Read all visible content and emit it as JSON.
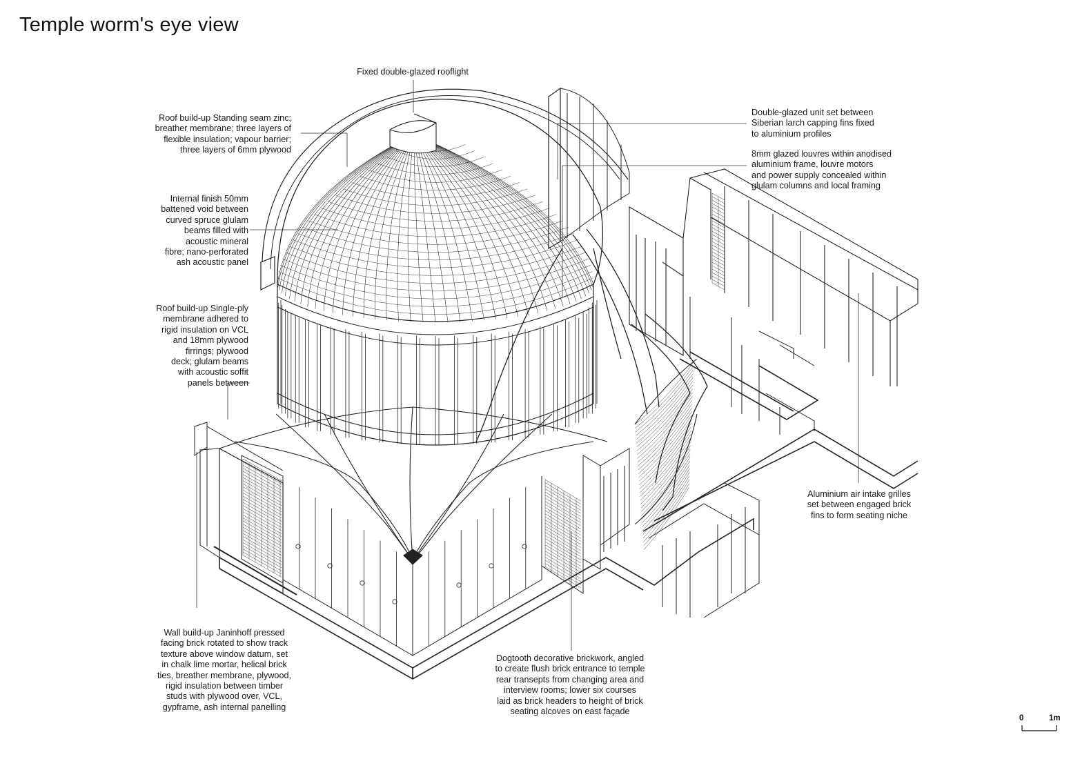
{
  "title": "Temple worm's eye view",
  "annotations": {
    "rooflight": [
      "Fixed double-glazed rooflight"
    ],
    "roof_zinc": [
      "Roof build-up Standing seam zinc;",
      "breather membrane; three layers of",
      "flexible insulation; vapour barrier;",
      "three layers of 6mm plywood"
    ],
    "internal_finish": [
      "Internal finish 50mm",
      "battened void between",
      "curved spruce glulam",
      "beams filled with",
      "acoustic mineral",
      "fibre; nano-perforated",
      "ash acoustic panel"
    ],
    "roof_singleply": [
      "Roof build-up Single-ply",
      "membrane adhered to",
      "rigid insulation on VCL",
      "and 18mm plywood",
      "firrings; plywood",
      "deck; glulam beams",
      "with acoustic soffit",
      "panels between"
    ],
    "wall": [
      "Wall build-up Janinhoff pressed",
      "facing brick rotated to show track",
      "texture above window datum, set",
      "in chalk lime mortar, helical brick",
      "ties, breather membrane, plywood,",
      "rigid insulation between timber",
      "studs with plywood over, VCL,",
      "gypframe, ash internal panelling"
    ],
    "dogtooth": [
      "Dogtooth decorative brickwork, angled",
      "to create flush brick entrance to temple",
      "rear transepts from changing area and",
      "interview rooms; lower six courses",
      "laid as brick headers to height of brick",
      "seating alcoves on east façade"
    ],
    "glazed_unit": [
      "Double-glazed unit set between",
      "Siberian larch capping fins fixed",
      "to aluminium profiles"
    ],
    "louvres": [
      "8mm glazed louvres within anodised",
      "aluminium frame, louvre motors",
      "and power supply concealed within",
      "glulam columns and local framing"
    ],
    "grilles": [
      "Aluminium air intake grilles",
      "set between engaged brick",
      "fins to form seating niche"
    ]
  },
  "scale_bar": {
    "start": "0",
    "end": "1m"
  }
}
